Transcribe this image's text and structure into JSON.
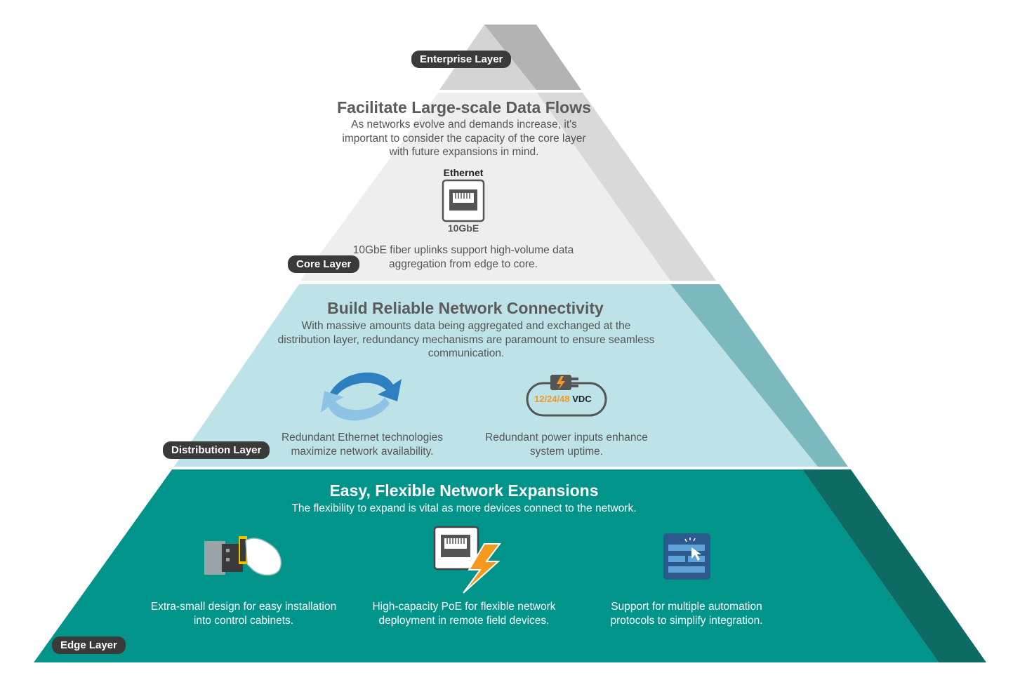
{
  "layers": {
    "enterprise": {
      "badge": "Enterprise Layer"
    },
    "core": {
      "badge": "Core Layer",
      "heading": "Facilitate Large-scale Data Flows",
      "description": [
        "As networks evolve and demands increase, it's",
        "important to consider the capacity of the core layer",
        "with future expansions in mind."
      ],
      "icon_top_label": "Ethernet",
      "icon_bottom_label": "10GbE",
      "feature": [
        "10GbE fiber uplinks support high-volume data",
        "aggregation from edge to core."
      ]
    },
    "distribution": {
      "badge": "Distribution Layer",
      "heading": "Build Reliable Network Connectivity",
      "description": [
        "With massive amounts data being aggregated and exchanged at the",
        "distribution layer, redundancy mechanisms are paramount to ensure seamless",
        "communication."
      ],
      "features": [
        {
          "text": [
            "Redundant Ethernet technologies",
            "maximize network availability."
          ]
        },
        {
          "text": [
            "Redundant power inputs enhance",
            "system uptime."
          ],
          "voltage": "12/24/48",
          "unit": "VDC"
        }
      ]
    },
    "edge": {
      "badge": "Edge Layer",
      "heading": "Easy, Flexible Network Expansions",
      "description": "The flexibility to expand is vital as more devices connect to the network.",
      "features": [
        {
          "text": [
            "Extra-small design for easy installation",
            "into control cabinets."
          ]
        },
        {
          "text": [
            "High-capacity PoE for flexible network",
            "deployment in remote field devices."
          ]
        },
        {
          "text": [
            "Support for multiple automation",
            "protocols to simplify integration."
          ]
        }
      ]
    }
  },
  "colors": {
    "enterprise_face": "#d4d4d4",
    "enterprise_side": "#b3b3b3",
    "core_face": "#eeeeee",
    "core_side": "#d9d9d9",
    "dist_face": "#bde3e9",
    "dist_side": "#7bb9bf",
    "edge_face": "#00948a",
    "edge_side": "#0e6b64",
    "badge": "#3a3a3a",
    "accent_orange": "#f39a1e",
    "accent_blue": "#2d7fc0"
  }
}
